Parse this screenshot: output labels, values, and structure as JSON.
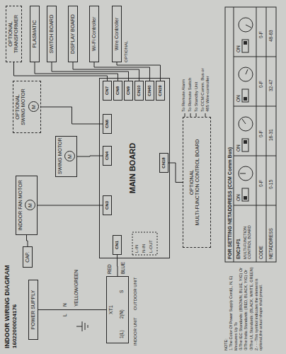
{
  "diagram": {
    "title": "INDOOR WIRING DIAGRAM",
    "nodes": [
      {
        "text": [
          "MAIN BOARD"
        ]
      },
      {
        "text": [
          "CN1"
        ],
        "in": 0
      },
      {
        "text": [
          "CN3"
        ],
        "in": 0
      },
      {
        "text": [
          "CN4"
        ],
        "in": 0
      },
      {
        "text": [
          "CN6"
        ],
        "in": 0
      },
      {
        "text": [
          "CN7"
        ],
        "in": 0
      },
      {
        "text": [
          "CN8"
        ],
        "in": 0
      },
      {
        "text": [
          "CN9"
        ],
        "in": 0
      },
      {
        "text": [
          "CN10"
        ],
        "in": 0
      },
      {
        "text": [
          "CN40"
        ],
        "in": 0
      },
      {
        "text": [
          "CN19"
        ],
        "in": 0
      },
      {
        "text": [
          "CN18"
        ],
        "in": 0
      },
      {
        "text": [
          "OPTIONAL",
          "TRANSFORMER"
        ]
      },
      {
        "text": [
          "PLASMATIC"
        ]
      },
      {
        "text": [
          "SWITCH BOARD"
        ]
      },
      {
        "text": [
          "DISPLAY BOARD"
        ]
      },
      {
        "text": [
          "Wi-Fi Controller"
        ]
      },
      {
        "text": [
          "Wire Controller"
        ]
      },
      {
        "text": [
          "OPTIONAL",
          "SWING MOTOR",
          "M"
        ]
      },
      {
        "text": [
          "SWING MOTOR",
          "M"
        ]
      },
      {
        "text": [
          "INDOOR FAN MOTOR",
          "M"
        ]
      },
      {
        "text": [
          "CAP."
        ]
      },
      {
        "text": [
          "OPTIONAL",
          "MULTI-FUNCTION CONTROL BOARD"
        ]
      },
      {
        "text": [
          "XT1"
        ]
      },
      {
        "text": [
          "POWER SUPPLY"
        ]
      }
    ],
    "edges": [
      {
        "from": 24,
        "to": 23,
        "arrow": "none"
      },
      {
        "from": 23,
        "to": 1,
        "arrow": "none"
      },
      {
        "from": 2,
        "to": 20,
        "arrow": "none"
      },
      {
        "from": 20,
        "to": 21,
        "arrow": "none"
      },
      {
        "from": 3,
        "to": 19,
        "arrow": "none"
      },
      {
        "from": 4,
        "to": 18,
        "arrow": "none"
      },
      {
        "from": 5,
        "to": 12,
        "arrow": "none"
      },
      {
        "from": 6,
        "to": 13,
        "arrow": "none"
      },
      {
        "from": 7,
        "to": 14,
        "arrow": "none"
      },
      {
        "from": 8,
        "to": 15,
        "arrow": "none"
      },
      {
        "from": 9,
        "to": 16,
        "arrow": "none"
      },
      {
        "from": 10,
        "to": 17,
        "arrow": "none"
      },
      {
        "from": 11,
        "to": 22,
        "arrow": "none"
      }
    ],
    "labels": [
      "16022000024176",
      "L",
      "N",
      "YELLOW/GREEN",
      "1(L)",
      "2(N)",
      "S",
      "INDOOR UNIT",
      "OUTDOOR UNIT",
      "RED",
      "BLUE",
      "L-IN",
      "N-IN",
      "L-OUT",
      "OPTIONAL",
      "To Remote Alarm",
      "To Remote Switch",
      "To Standby Unit",
      "To CCM Comm. Bus or 485 Wire-controller",
      "FOR SETTING NETADDRESS (CCM Comm Bus)",
      "ENC3+F1",
      "MULTI-FUNCTION CONTROL BOARD",
      "ON",
      "ON",
      "ON",
      "ON",
      "CODE",
      "0-F",
      "0-F",
      "0-F",
      "0-F",
      "NETADDRESS",
      "0-15",
      "16-31",
      "32-47",
      "48-63",
      "NOTE:",
      "1.The Color Of Power Supply Cord(L, N, E) Measures Up To",
      "①The IEC Standards: (BROWN, BLUE, Y/G) Or",
      "②The India Standards: (RED, BLACK, Y/G) Or",
      "③The UL Standards: (BLACK, WHITE, GREEN)",
      "2.- - -This symbol indicates the element is optional,the actual shape shall prevail."
    ]
  }
}
